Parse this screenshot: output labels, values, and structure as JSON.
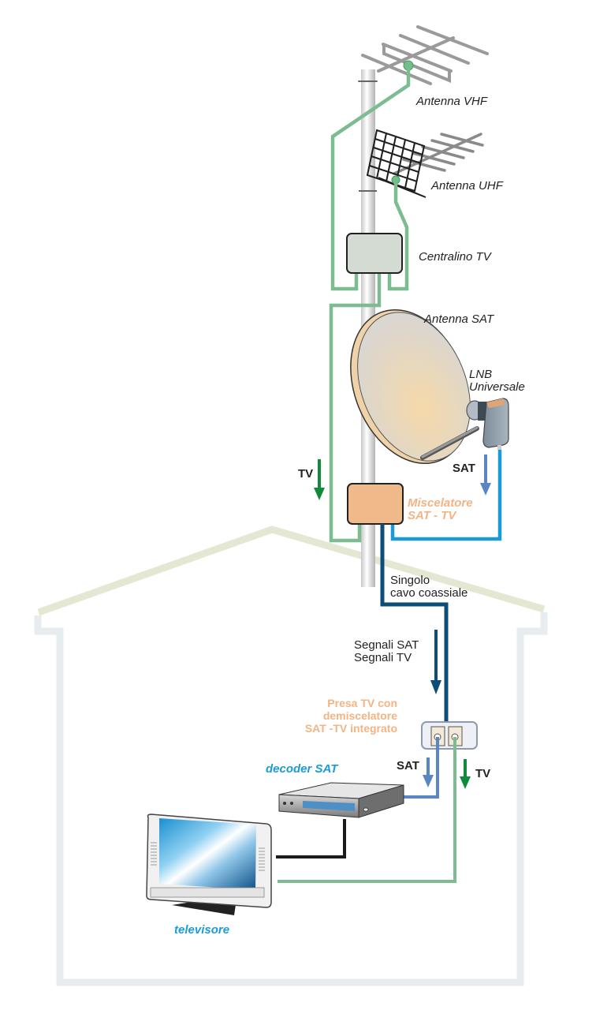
{
  "colors": {
    "tv_cable": "#7dbb91",
    "sat_cable": "#1a9ad6",
    "sat_arrow": "#5b86c4",
    "coax_cable": "#0e4d78",
    "tv_arrow": "#118a3c",
    "hdmi_cable": "#1b1b1b",
    "orange_label": "#f2b484",
    "blue_label": "#1b9bd7",
    "house_roof": "#e4e8d3",
    "house_wall": "#e7ecef",
    "centralino_fill": "#d3dbd2",
    "miscelatore_fill": "#f0b98a"
  },
  "labels": {
    "antenna_vhf": "Antenna VHF",
    "antenna_uhf": "Antenna UHF",
    "centralino_tv": "Centralino TV",
    "antenna_sat": "Antenna SAT",
    "lnb_line1": "LNB",
    "lnb_line2": "Universale",
    "sat_top": "SAT",
    "tv_top": "TV",
    "miscelatore_line1": "Miscelatore",
    "miscelatore_line2": "SAT - TV",
    "coax_line1": "Singolo",
    "coax_line2": "cavo coassiale",
    "signals_line1": "Segnali SAT",
    "signals_line2": "Segnali TV",
    "presa_line1": "Presa TV con",
    "presa_line2": "demiscelatore",
    "presa_line3": "SAT -TV integrato",
    "sat_bottom": "SAT",
    "tv_bottom": "TV",
    "decoder": "decoder SAT",
    "televisore": "televisore"
  }
}
